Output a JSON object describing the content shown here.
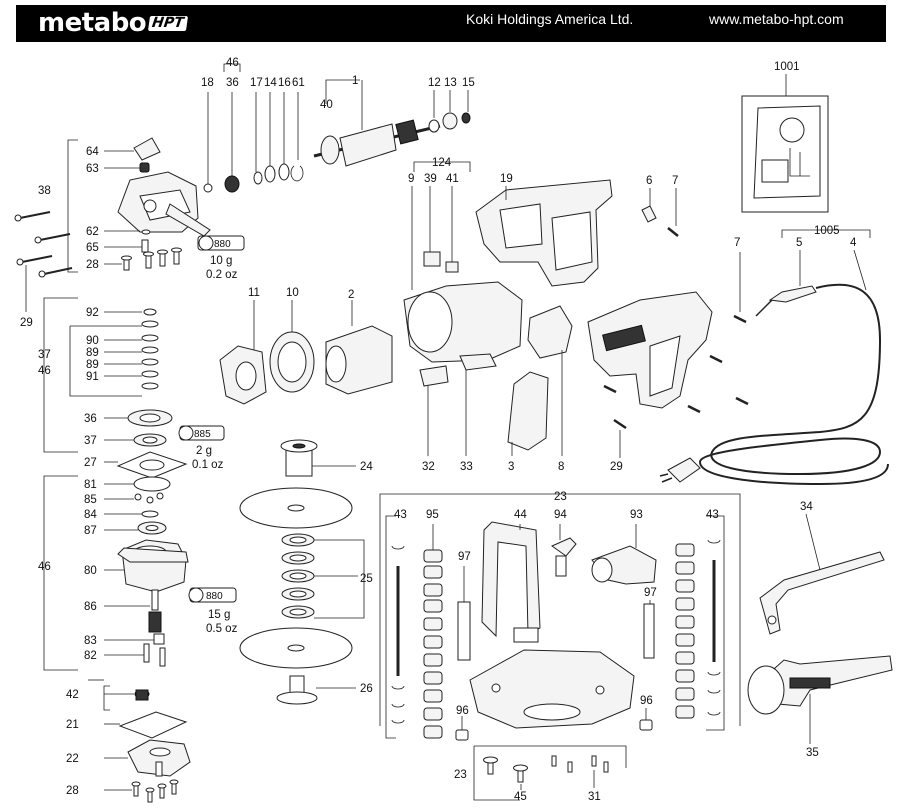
{
  "header": {
    "logo_text": "metabo",
    "logo_badge": "HPT",
    "company": "Koki Holdings America Ltd.",
    "website": "www.metabo-hpt.com"
  },
  "grease": {
    "g880_top": {
      "code": "880",
      "amount": "10 g",
      "oz": "0.2 oz"
    },
    "g885": {
      "code": "885",
      "amount": "2 g",
      "oz": "0.1 oz"
    },
    "g880_mid": {
      "code": "880",
      "amount": "15 g",
      "oz": "0.5 oz"
    }
  },
  "labels": {
    "l1": "1",
    "l2": "2",
    "l3": "3",
    "l4": "4",
    "l5": "5",
    "l6": "6",
    "l7a": "7",
    "l7b": "7",
    "l8": "8",
    "l9": "9",
    "l10": "10",
    "l11": "11",
    "l12": "12",
    "l13": "13",
    "l14": "14",
    "l15": "15",
    "l16": "16",
    "l17": "17",
    "l18": "18",
    "l19": "19",
    "l21": "21",
    "l22": "22",
    "l23a": "23",
    "l23b": "23",
    "l24": "24",
    "l25": "25",
    "l26": "26",
    "l27": "27",
    "l28a": "28",
    "l28b": "28",
    "l29a": "29",
    "l29b": "29",
    "l31": "31",
    "l32": "32",
    "l33": "33",
    "l34": "34",
    "l35": "35",
    "l36a": "36",
    "l36b": "36",
    "l37a": "37",
    "l37b": "37",
    "l38": "38",
    "l39": "39",
    "l40": "40",
    "l41": "41",
    "l42": "42",
    "l43a": "43",
    "l43b": "43",
    "l44": "44",
    "l45": "45",
    "l46a": "46",
    "l46b": "46",
    "l46c": "46",
    "l61": "61",
    "l62": "62",
    "l63": "63",
    "l64": "64",
    "l65": "65",
    "l80": "80",
    "l81": "81",
    "l82": "82",
    "l83": "83",
    "l84": "84",
    "l85": "85",
    "l86": "86",
    "l87": "87",
    "l89a": "89",
    "l89b": "89",
    "l90": "90",
    "l91": "91",
    "l92": "92",
    "l93": "93",
    "l94": "94",
    "l95": "95",
    "l96a": "96",
    "l96b": "96",
    "l97a": "97",
    "l97b": "97",
    "l124": "124",
    "l1001": "1001",
    "l1005": "1005"
  }
}
